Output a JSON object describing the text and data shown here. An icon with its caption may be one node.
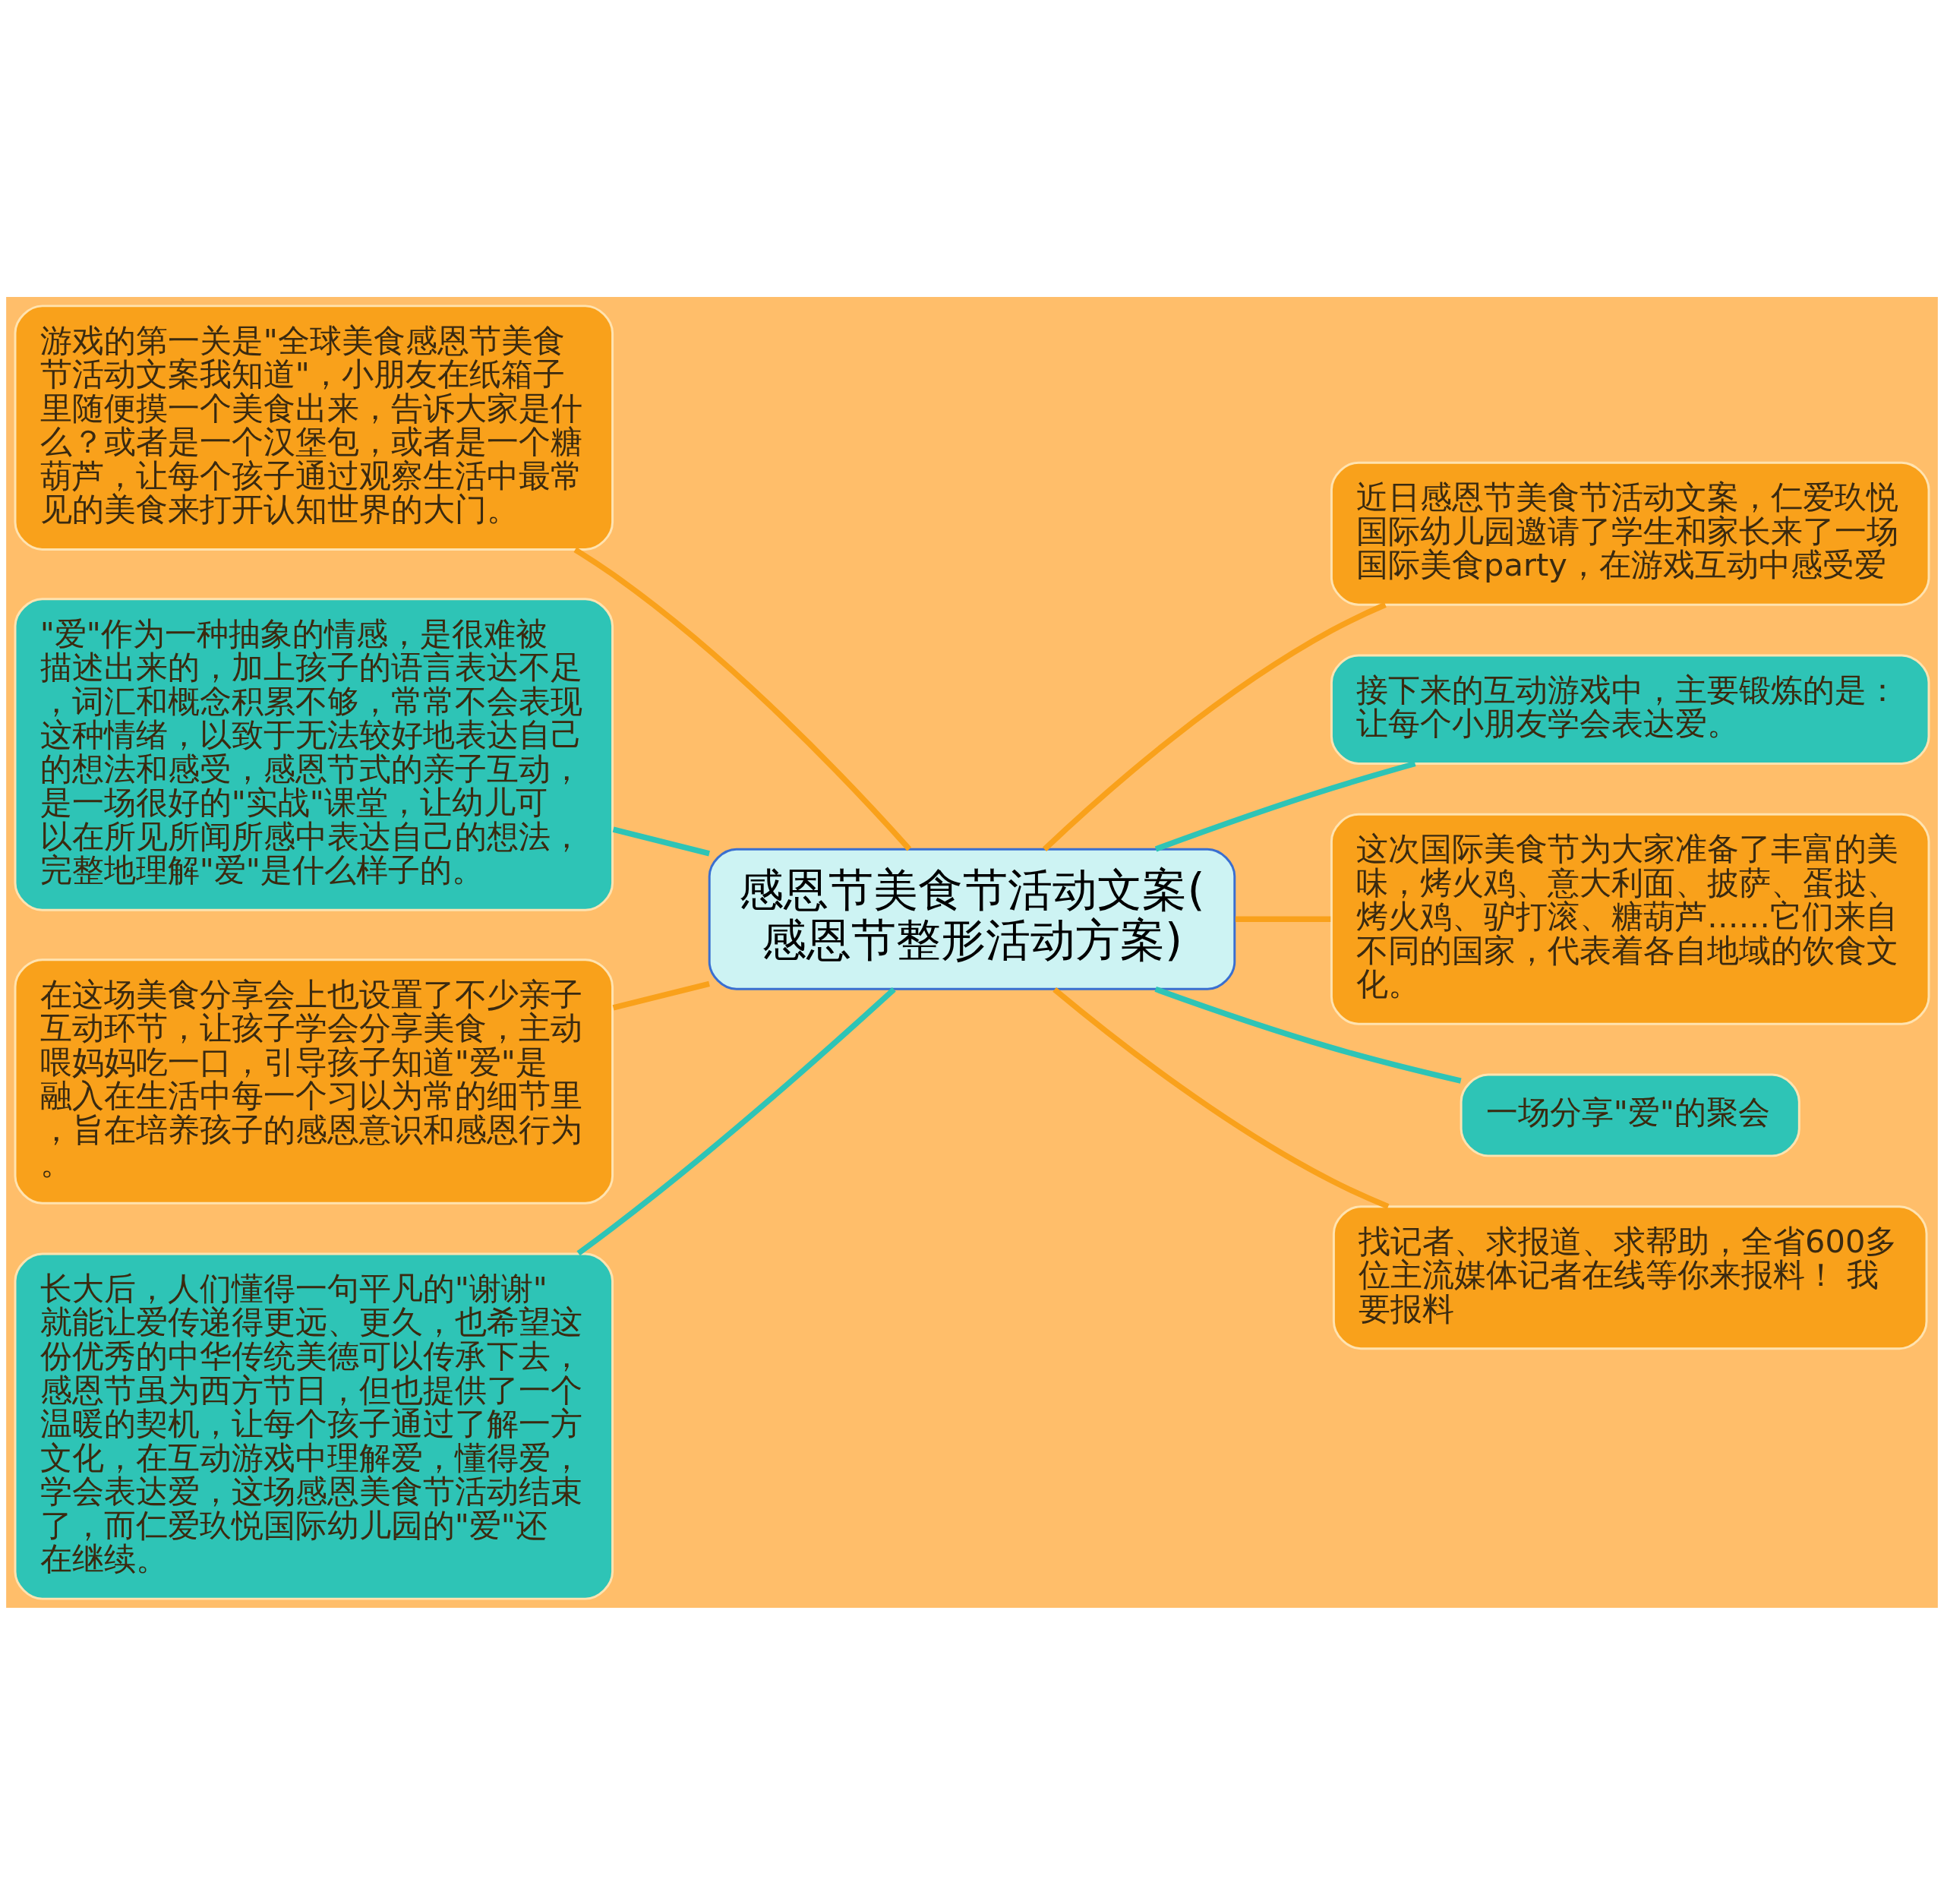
{
  "diagram": {
    "nodes": [
      {
        "text": [
          "感恩节美食节活动文案(感恩节整形活动方案)"
        ]
      },
      {
        "text": [
          "游戏的第一关是\"全球美食感恩节美食节活动文案我知道\"，小朋友在纸箱子里随便摸一个美食出来，告诉大家是什么？或者是一个汉堡包，或者是一个糖葫芦，让每个孩子通过观察生活中最常见的美食来打开认知世界的大门。"
        ]
      },
      {
        "text": [
          "\"爱\"作为一种抽象的情感，是很难被描述出来的，加上孩子的语言表达不足，词汇和概念积累不够，常常不会表现这种情绪，以致于无法较好地表达自己的想法和感受，感恩节式的亲子互动，是一场很好的\"实战\"课堂，让幼儿可以在所见所闻所感中表达自己的想法，完整地理解\"爱\"是什么样子的。"
        ]
      },
      {
        "text": [
          "在这场美食分享会上也设置了不少亲子互动环节，让孩子学会分享美食，主动喂妈妈吃一口，引导孩子知道\"爱\"是融入在生活中每一个习以为常的细节里，旨在培养孩子的感恩意识和感恩行为。"
        ]
      },
      {
        "text": [
          "长大后，人们懂得一句平凡的\"谢谢\"就能让爱传递得更远、更久，也希望这份优秀的中华传统美德可以传承下去，感恩节虽为西方节日，但也提供了一个温暖的契机，让每个孩子通过了解一方文化，在互动游戏中理解爱，懂得爱，学会表达爱，这场感恩美食节活动结束了，而仁爱玖悦国际幼儿园的\"爱\"还在继续。"
        ]
      },
      {
        "text": [
          "近日感恩节美食节活动文案，仁爱玖悦国际幼儿园邀请了学生和家长来了一场国际美食party，在游戏互动中感受爱"
        ]
      },
      {
        "text": [
          "接下来的互动游戏中，主要锻炼的是：让每个小朋友学会表达爱。"
        ]
      },
      {
        "text": [
          "这次国际美食节为大家准备了丰富的美味，烤火鸡、意大利面、披萨、蛋挞、烤火鸡、驴打滚、糖葫芦……它们来自不同的国家，代表着各自地域的饮食文化。"
        ]
      },
      {
        "text": [
          "一场分享\"爱\"的聚会"
        ]
      },
      {
        "text": [
          "找记者、求报道、求帮助，全省600多位主流媒体记者在线等你来报料！ 我要报料"
        ]
      }
    ],
    "edges": [
      {
        "from": 1,
        "to": 0,
        "arrow": "none"
      },
      {
        "from": 2,
        "to": 0,
        "arrow": "none",
        "color": "#2ec4b6"
      },
      {
        "from": 3,
        "to": 0,
        "arrow": "none"
      },
      {
        "from": 4,
        "to": 0,
        "arrow": "none",
        "color": "#2ec4b6"
      },
      {
        "from": 0,
        "to": 5,
        "arrow": "none"
      },
      {
        "from": 0,
        "to": 6,
        "arrow": "none",
        "color": "#2ec4b6"
      },
      {
        "from": 0,
        "to": 7,
        "arrow": "none"
      },
      {
        "from": 0,
        "to": 8,
        "arrow": "none",
        "color": "#2ec4b6"
      },
      {
        "from": 0,
        "to": 9,
        "arrow": "none"
      }
    ]
  }
}
